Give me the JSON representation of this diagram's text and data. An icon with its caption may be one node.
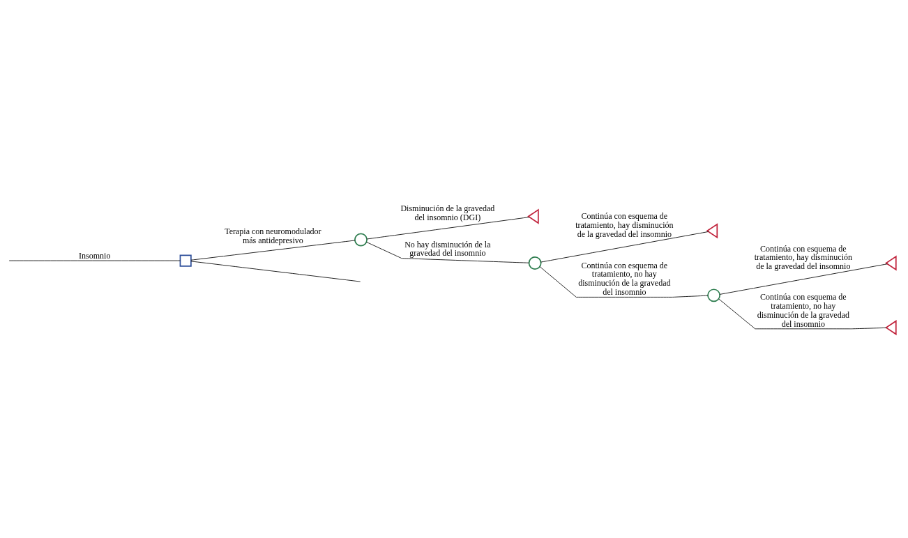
{
  "diagram": {
    "nodes": [
      {
        "text": [],
        "shape": "box"
      },
      {
        "text": [],
        "shape": "circle"
      },
      {
        "text": [],
        "shape": "triangle"
      },
      {
        "text": [],
        "shape": "circle"
      },
      {
        "text": [],
        "shape": "triangle"
      },
      {
        "text": [],
        "shape": "circle"
      },
      {
        "text": [],
        "shape": "triangle"
      },
      {
        "text": [],
        "shape": "triangle"
      }
    ],
    "edges": [
      {
        "from": null,
        "to": 0,
        "arrow": "none",
        "label": "Insomnio"
      },
      {
        "from": 0,
        "to": 1,
        "arrow": "none",
        "label": "Terapia con neuromodulador más antidepresivo"
      },
      {
        "from": 0,
        "to": null,
        "arrow": "none"
      },
      {
        "from": 1,
        "to": 2,
        "arrow": "none",
        "label": "Disminución de la gravedad del insomnio (DGI)"
      },
      {
        "from": 1,
        "to": 3,
        "arrow": "none",
        "label": "No hay disminución de la gravedad del insomnio"
      },
      {
        "from": 3,
        "to": 4,
        "arrow": "none",
        "label": "Continúa con esquema de tratamiento, hay disminución de la gravedad del insomnio"
      },
      {
        "from": 3,
        "to": 5,
        "arrow": "none",
        "label": "Continúa con esquema de tratamiento, no hay disminución de la gravedad del insomnio"
      },
      {
        "from": 5,
        "to": 6,
        "arrow": "none",
        "label": "Continúa con esquema de tratamiento, hay disminución de la gravedad del insomnio"
      },
      {
        "from": 5,
        "to": 7,
        "arrow": "none",
        "label": "Continúa con esquema de tratamiento, no hay disminución de la gravedad del insomnio"
      }
    ]
  }
}
